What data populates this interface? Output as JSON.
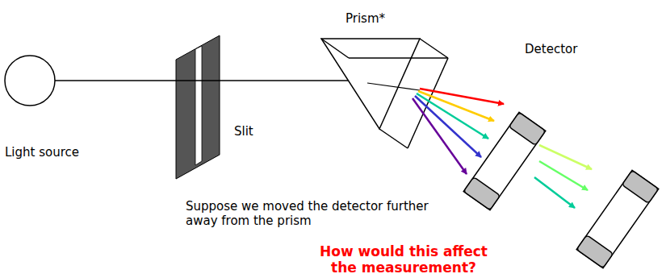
{
  "diagram": {
    "labels": [
      "Prism*",
      "Detector",
      "Light source",
      "Slit",
      "Suppose we moved the detector further away from the prism",
      "How would this affect the measurement?"
    ]
  }
}
